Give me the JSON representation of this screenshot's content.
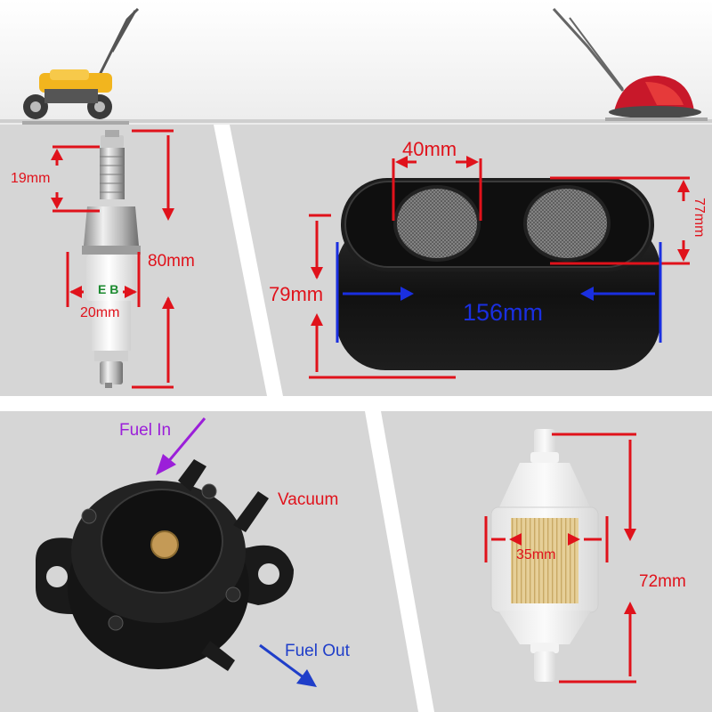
{
  "colors": {
    "dimension_red": "#e0121b",
    "dimension_blue": "#1a2fe0",
    "fuel_in_purple": "#9b1fd9",
    "fuel_out_blue": "#1f3ec9",
    "panel_gray": "#d6d6d6",
    "divider_white": "#ffffff"
  },
  "spark_plug": {
    "icon": "spark-plug-icon",
    "dims": {
      "top": "19mm",
      "width": "20mm",
      "length": "80mm"
    }
  },
  "air_filter": {
    "icon": "air-filter-icon",
    "dims": {
      "hole": "40mm",
      "depth": "77mm",
      "height": "79mm",
      "length": "156mm"
    }
  },
  "fuel_pump": {
    "icon": "fuel-pump-icon",
    "labels": {
      "fuel_in": "Fuel In",
      "vacuum": "Vacuum",
      "fuel_out": "Fuel Out"
    }
  },
  "fuel_filter": {
    "icon": "fuel-filter-icon",
    "dims": {
      "diameter": "35mm",
      "length": "72mm"
    }
  },
  "decorations": {
    "left_mower_icon": "yellow-push-mower-icon",
    "right_mower_icon": "red-hover-mower-icon"
  }
}
